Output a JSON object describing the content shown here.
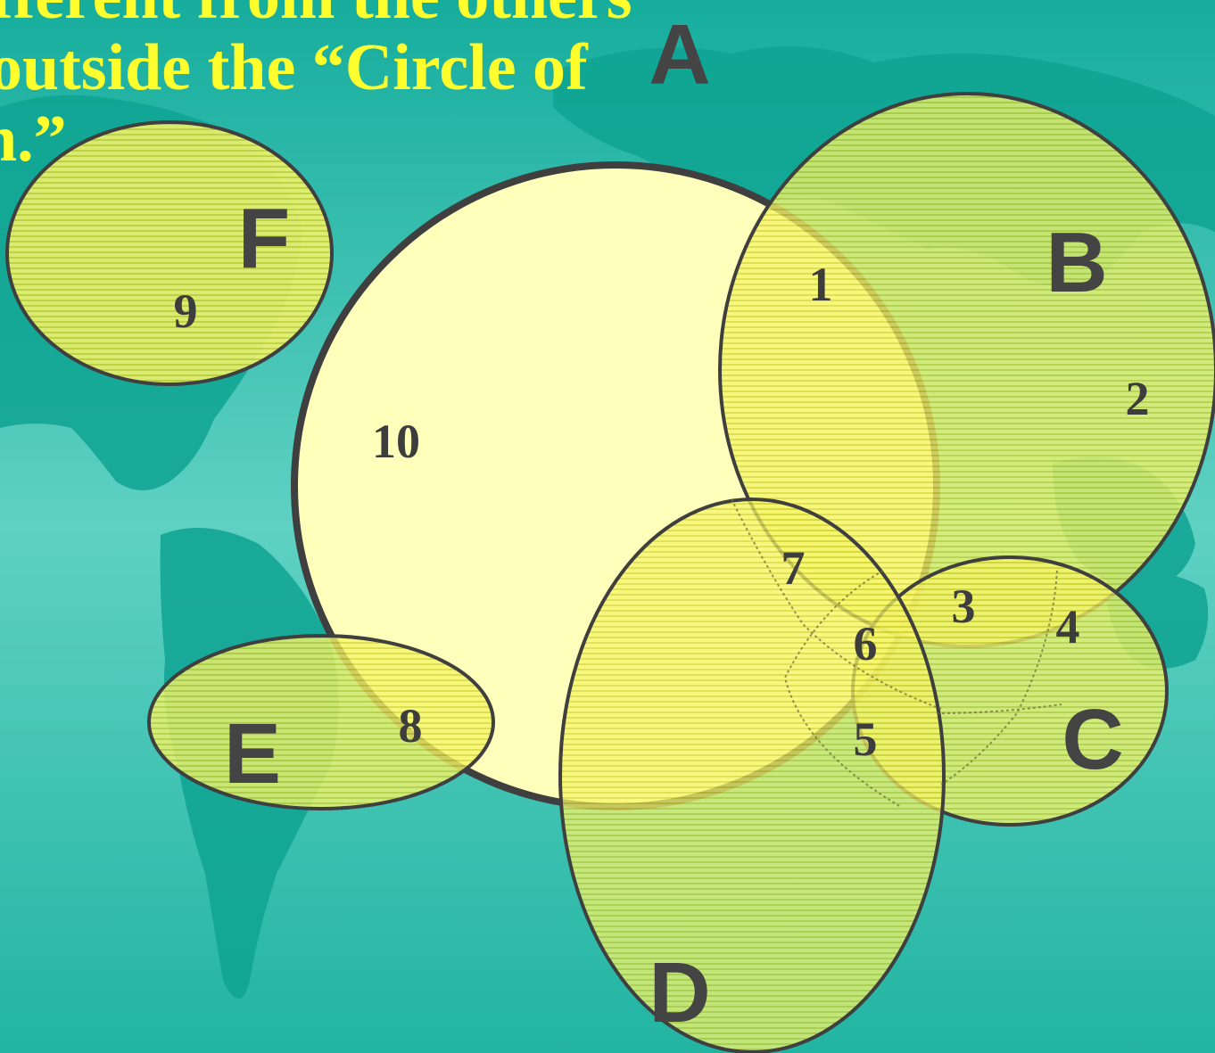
{
  "heading": {
    "lines": [
      "fferent from the others",
      "outside the “Circle of",
      "n.”"
    ]
  },
  "circles": [
    {
      "id": "A",
      "label": "A"
    },
    {
      "id": "B",
      "label": "B"
    },
    {
      "id": "C",
      "label": "C"
    },
    {
      "id": "D",
      "label": "D"
    },
    {
      "id": "E",
      "label": "E"
    },
    {
      "id": "F",
      "label": "F"
    }
  ],
  "regions": [
    "1",
    "2",
    "3",
    "4",
    "5",
    "6",
    "7",
    "8",
    "9",
    "10"
  ],
  "colors": {
    "background_top": "#16ad9d",
    "background_bottom": "#2dbba8",
    "land": "#0b9d8e",
    "circle_a_fill": "#ffffbb",
    "ellipse_fill": "#f5f56a",
    "ellipse_hatch": "#c8c826",
    "outline": "#3f3f3f",
    "heading_text": "#ffff2e",
    "label_text": "#444444"
  }
}
